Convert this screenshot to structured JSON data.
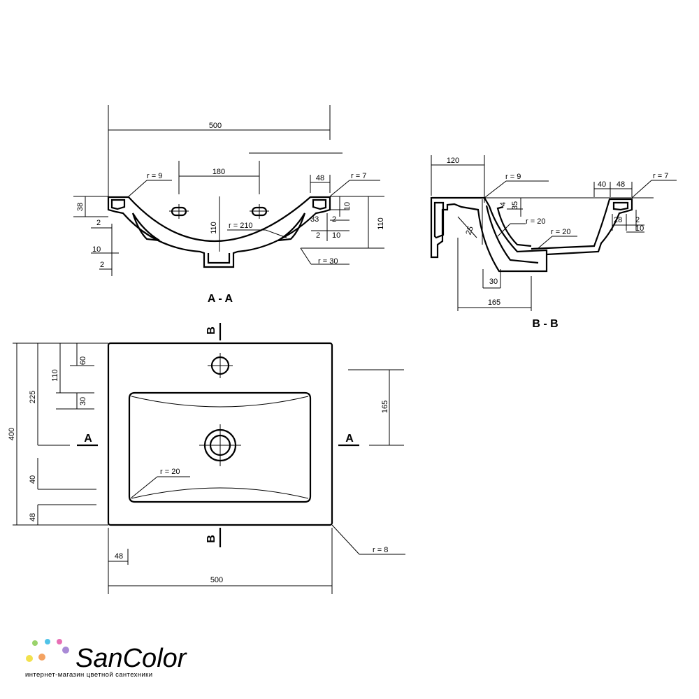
{
  "section_labels": {
    "aa": "A - A",
    "bb": "B - B",
    "a_left": "A",
    "a_right": "A",
    "b_top": "B",
    "b_bottom": "B"
  },
  "aa": {
    "width": "500",
    "hole_spacing": "180",
    "rim": "48",
    "r9": "r = 9",
    "r7": "r = 7",
    "h38": "38",
    "h2a": "2",
    "h10a": "10",
    "h2b": "2",
    "h110": "110",
    "r210": "r = 210",
    "h33": "33",
    "h2c": "2",
    "h10b": "10",
    "h2d": "2",
    "h10c": "10",
    "h110r": "110",
    "r30": "r = 30"
  },
  "bb": {
    "d120": "120",
    "r9": "r = 9",
    "d40": "40",
    "d48": "48",
    "r7": "r = 7",
    "d4": "4",
    "d35": "35",
    "r20a": "r = 20",
    "r20b": "r = 20",
    "d28": "28",
    "d2": "2",
    "d10": "10",
    "d25": "25",
    "d30": "30",
    "d165": "165"
  },
  "plan": {
    "h400": "400",
    "h225": "225",
    "h110": "110",
    "h60": "60",
    "h30": "30",
    "h40": "40",
    "h48": "48",
    "h165": "165",
    "r20": "r = 20",
    "r8": "r = 8",
    "w48": "48",
    "w500": "500"
  },
  "brand": {
    "name": "SanColor",
    "tagline": "интернет-магазин цветной сантехники",
    "dot_colors": [
      "#f2e14c",
      "#9ad36b",
      "#4fc3e8",
      "#e86fb5",
      "#a98ad6",
      "#f4a261"
    ]
  }
}
